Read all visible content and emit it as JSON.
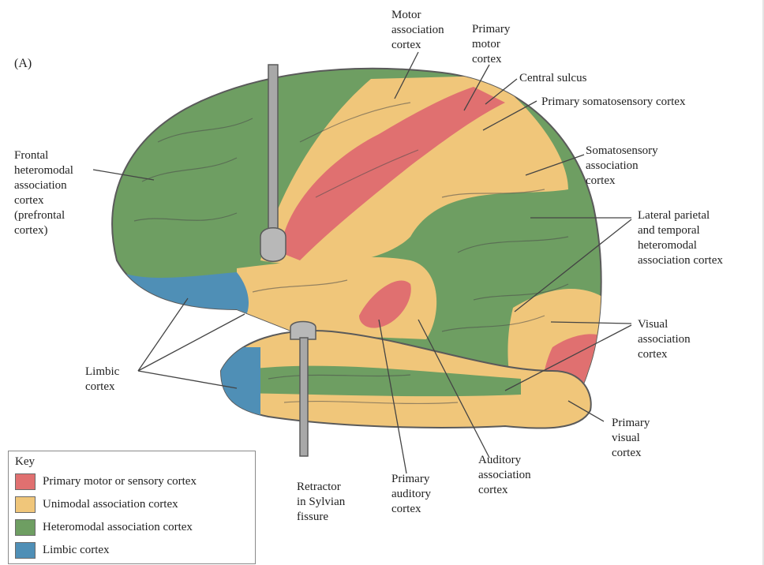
{
  "figure_label": "(A)",
  "colors": {
    "primary": "#e07070",
    "unimodal": "#f0c67a",
    "heteromodal": "#6e9e62",
    "limbic": "#4f8fb6",
    "outline": "#5a5a5a",
    "instrument": "#a8a8a8"
  },
  "labels": {
    "motor_association": "Motor\nassociation\ncortex",
    "primary_motor": "Primary\nmotor\ncortex",
    "central_sulcus": "Central sulcus",
    "primary_somatosensory": "Primary somatosensory cortex",
    "somatosensory_association": "Somatosensory\nassociation\ncortex",
    "lateral_parietal": "Lateral parietal\nand temporal\nheteromodal\nassociation cortex",
    "visual_association": "Visual\nassociation\ncortex",
    "primary_visual": "Primary\nvisual\ncortex",
    "auditory_association": "Auditory\nassociation\ncortex",
    "primary_auditory": "Primary\nauditory\ncortex",
    "retractor": "Retractor\nin Sylvian\nfissure",
    "limbic": "Limbic\ncortex",
    "frontal_heteromodal": "Frontal\nheteromodal\nassociation\ncortex\n(prefrontal\ncortex)"
  },
  "key": {
    "title": "Key",
    "items": [
      {
        "label": "Primary motor or sensory cortex",
        "color": "#e07070"
      },
      {
        "label": "Unimodal association cortex",
        "color": "#f0c67a"
      },
      {
        "label": "Heteromodal association cortex",
        "color": "#6e9e62"
      },
      {
        "label": "Limbic cortex",
        "color": "#4f8fb6"
      }
    ]
  }
}
